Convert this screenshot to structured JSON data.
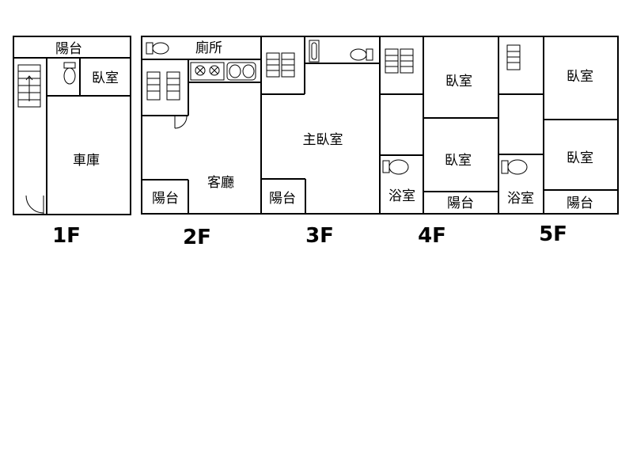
{
  "floors": [
    {
      "label": "1F",
      "rooms": [
        "陽台",
        "臥室",
        "車庫"
      ],
      "fixtures": [
        "stairs",
        "toilet",
        "door"
      ]
    },
    {
      "label": "2F",
      "rooms": [
        "廁所",
        "客廳",
        "陽台"
      ],
      "fixtures": [
        "toilet",
        "stairs",
        "stove",
        "sink",
        "door"
      ]
    },
    {
      "label": "3F",
      "rooms": [
        "主臥室",
        "陽台"
      ],
      "fixtures": [
        "stairs",
        "bathtub",
        "toilet"
      ]
    },
    {
      "label": "4F",
      "rooms": [
        "臥室",
        "臥室",
        "浴室",
        "陽台"
      ],
      "fixtures": [
        "stairs",
        "toilet"
      ]
    },
    {
      "label": "5F",
      "rooms": [
        "臥室",
        "臥室",
        "浴室",
        "陽台"
      ],
      "fixtures": [
        "stairs",
        "toilet"
      ]
    }
  ]
}
